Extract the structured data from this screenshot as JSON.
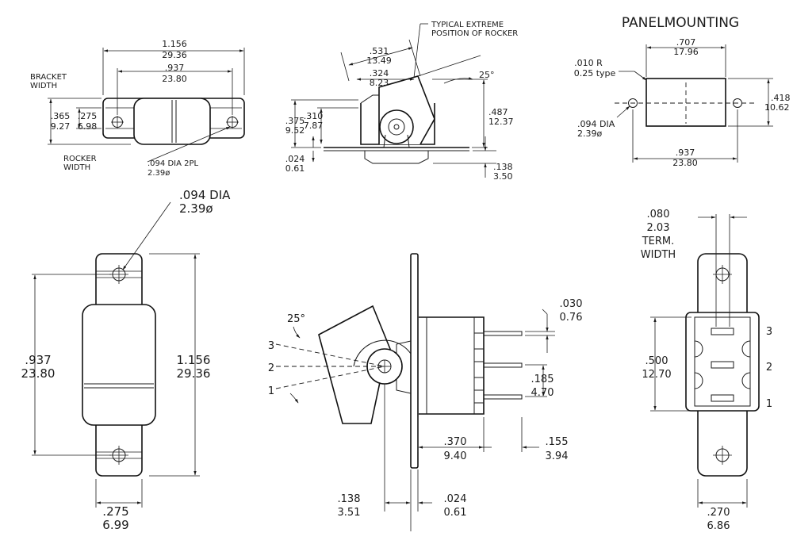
{
  "panel_title": "PANELMOUNTING",
  "top_left": {
    "overall_in": "1.156",
    "overall_mm": "29.36",
    "bracket_label_1": "BRACKET",
    "bracket_label_2": "WIDTH",
    "hole_in": ".937",
    "hole_mm": "23.80",
    "bw_in": ".365",
    "bw_mm": "9.27",
    "rw_in": ".275",
    "rw_mm": "6.98",
    "rocker_label_1": "ROCKER",
    "rocker_label_2": "WIDTH",
    "dia_1": ".094 DIA 2PL",
    "dia_2": "2.39ø"
  },
  "top_mid": {
    "note_1": "TYPICAL EXTREME",
    "note_2": "POSITION OF ROCKER",
    "w1_in": ".531",
    "w1_mm": "13.49",
    "w2_in": ".324",
    "w2_mm": "8.23",
    "angle": "25°",
    "h1_in": ".375",
    "h1_mm": "9.52",
    "h2_in": ".310",
    "h2_mm": "7.87",
    "h3_in": ".487",
    "h3_mm": "12.37",
    "h4_in": ".024",
    "h4_mm": "0.61",
    "h5_in": ".138",
    "h5_mm": "3.50"
  },
  "top_right": {
    "w_in": ".707",
    "w_mm": "17.96",
    "r_in": ".010 R",
    "r_mm": "0.25 type",
    "h_in": ".418",
    "h_mm": "10.62",
    "dia_in": ".094 DIA",
    "dia_mm": "2.39ø",
    "hole_in": ".937",
    "hole_mm": "23.80"
  },
  "bottom_left": {
    "dia_in": ".094 DIA",
    "dia_mm": "2.39ø",
    "hole_in": ".937",
    "hole_mm": "23.80",
    "overall_in": "1.156",
    "overall_mm": "29.36",
    "w_in": ".275",
    "w_mm": "6.99"
  },
  "bottom_mid": {
    "angle": "25°",
    "pos3": "3",
    "pos2": "2",
    "pos1": "1",
    "term_in": ".030",
    "term_mm": "0.76",
    "spacing_in": ".185",
    "spacing_mm": "4.70",
    "len_in": ".370",
    "len_mm": "9.40",
    "tip_in": ".155",
    "tip_mm": "3.94",
    "panel_in": ".138",
    "panel_mm": "3.51",
    "plate_in": ".024",
    "plate_mm": "0.61"
  },
  "bottom_right": {
    "term_in": ".080",
    "term_mm": "2.03",
    "term_label_1": "TERM.",
    "term_label_2": "WIDTH",
    "span_in": ".500",
    "span_mm": "12.70",
    "pos3": "3",
    "pos2": "2",
    "pos1": "1",
    "w_in": ".270",
    "w_mm": "6.86"
  }
}
